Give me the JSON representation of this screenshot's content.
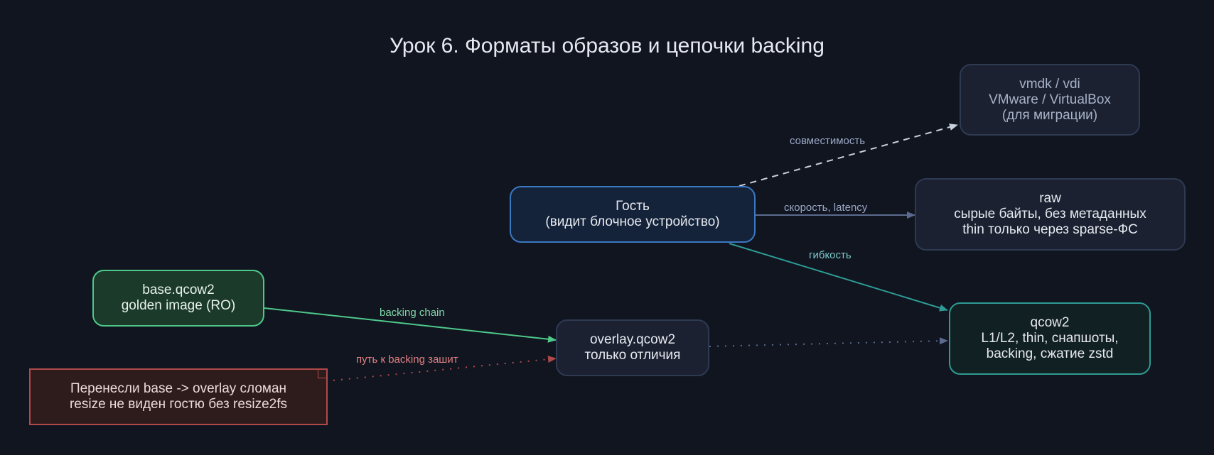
{
  "title": "Урок 6. Форматы образов и цепочки backing",
  "colors": {
    "background": "#101520",
    "guest_border": "#3b78c2",
    "base_border": "#4fc98a",
    "qcow2_border": "#2e9b94",
    "note_border": "#b04a4a",
    "muted_border": "#2e3a52",
    "edge_label_muted": "#9aa6c4",
    "edge_label_teal": "#7ec8c8",
    "edge_label_green": "#7fd6a6",
    "edge_label_red": "#e08080"
  },
  "nodes": {
    "vmdk": {
      "lines": [
        "vmdk / vdi",
        "VMware / VirtualBox",
        "(для миграции)"
      ]
    },
    "guest": {
      "lines": [
        "Гость",
        "(видит блочное устройство)"
      ]
    },
    "raw": {
      "lines": [
        "raw",
        "сырые байты, без метаданных",
        "thin только через sparse-ФС"
      ]
    },
    "base": {
      "lines": [
        "base.qcow2",
        "golden image (RO)"
      ]
    },
    "overlay": {
      "lines": [
        "overlay.qcow2",
        "только отличия"
      ]
    },
    "qcow2": {
      "lines": [
        "qcow2",
        "L1/L2, thin, снапшоты,",
        "backing, сжатие zstd"
      ]
    },
    "note": {
      "lines": [
        "Перенесли base -> overlay сломан",
        "resize не виден гостю без resize2fs"
      ]
    }
  },
  "edges": {
    "compat": {
      "label": "совместимость",
      "style": "dashed"
    },
    "speed": {
      "label": "скорость, latency",
      "style": "solid"
    },
    "flex": {
      "label": "гибкость",
      "style": "solid"
    },
    "backing": {
      "label": "backing chain",
      "style": "solid"
    },
    "overlay_qcow2": {
      "label": "",
      "style": "dotted"
    },
    "note_path": {
      "label": "путь к backing зашит",
      "style": "dotted"
    }
  }
}
